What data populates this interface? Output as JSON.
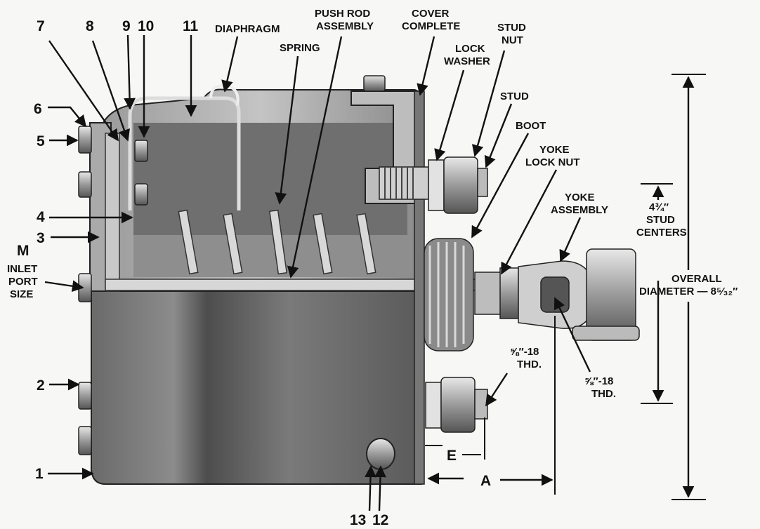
{
  "labels": {
    "n1": "1",
    "n2": "2",
    "n3": "3",
    "n4": "4",
    "n5": "5",
    "n6": "6",
    "n7": "7",
    "n8": "8",
    "n9": "9",
    "n10": "10",
    "n11": "11",
    "n12": "12",
    "n13": "13",
    "m": "M",
    "inlet": [
      "INLET",
      "PORT",
      "SIZE"
    ],
    "diaphragm": "DIAPHRAGM",
    "push_rod": [
      "PUSH ROD",
      "ASSEMBLY"
    ],
    "spring": "SPRING",
    "cover": [
      "COVER",
      "COMPLETE"
    ],
    "lock_washer": [
      "LOCK",
      "WASHER"
    ],
    "stud_nut": [
      "STUD",
      "NUT"
    ],
    "stud": "STUD",
    "boot": "BOOT",
    "yoke_lock_nut": [
      "YOKE",
      "LOCK NUT"
    ],
    "yoke_assembly": [
      "YOKE",
      "ASSEMBLY"
    ],
    "thread_upper": [
      "⅝″-18",
      "THD."
    ],
    "thread_lower": [
      "⅝″-18",
      "THD."
    ],
    "stud_centers": [
      "4¾″",
      "STUD",
      "CENTERS"
    ],
    "overall": [
      "OVERALL",
      "DIAMETER — 8⁵⁄₃₂″"
    ],
    "dim_e": "E",
    "dim_a": "A"
  }
}
